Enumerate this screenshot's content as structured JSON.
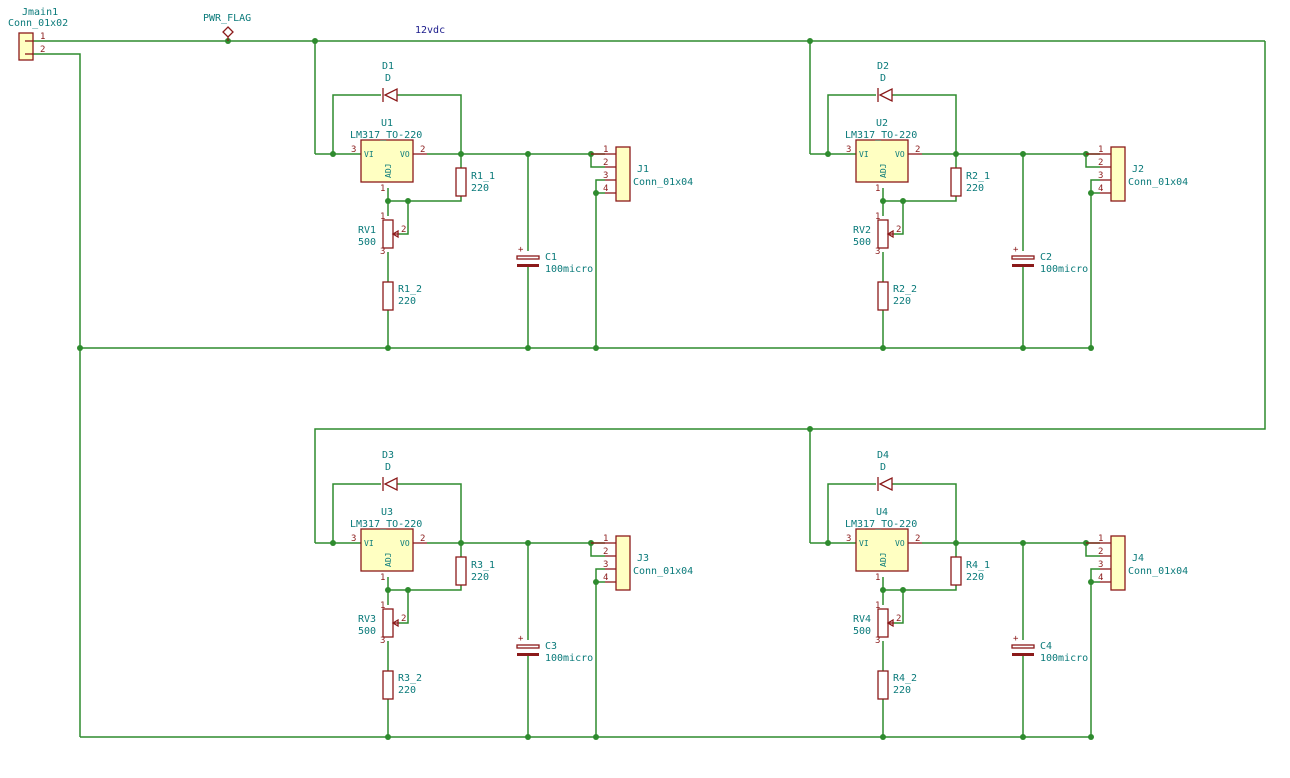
{
  "main_connector": {
    "ref": "Jmain1",
    "value": "Conn_01x02",
    "pins": [
      "1",
      "2"
    ]
  },
  "power_flag": {
    "value": "PWR_FLAG"
  },
  "net_label": "12vdc",
  "stages": [
    {
      "diode_ref": "D1",
      "diode_value": "D",
      "reg_ref": "U1",
      "reg_value": "LM317_TO-220",
      "ra_ref": "R1_1",
      "ra_value": "220",
      "pot_ref": "RV1",
      "pot_value": "500",
      "rb_ref": "R1_2",
      "rb_value": "220",
      "cap_ref": "C1",
      "cap_value": "100micro",
      "conn_ref": "J1",
      "conn_value": "Conn_01x04"
    },
    {
      "diode_ref": "D2",
      "diode_value": "D",
      "reg_ref": "U2",
      "reg_value": "LM317_TO-220",
      "ra_ref": "R2_1",
      "ra_value": "220",
      "pot_ref": "RV2",
      "pot_value": "500",
      "rb_ref": "R2_2",
      "rb_value": "220",
      "cap_ref": "C2",
      "cap_value": "100micro",
      "conn_ref": "J2",
      "conn_value": "Conn_01x04"
    },
    {
      "diode_ref": "D3",
      "diode_value": "D",
      "reg_ref": "U3",
      "reg_value": "LM317_TO-220",
      "ra_ref": "R3_1",
      "ra_value": "220",
      "pot_ref": "RV3",
      "pot_value": "500",
      "rb_ref": "R3_2",
      "rb_value": "220",
      "cap_ref": "C3",
      "cap_value": "100micro",
      "conn_ref": "J3",
      "conn_value": "Conn_01x04"
    },
    {
      "diode_ref": "D4",
      "diode_value": "D",
      "reg_ref": "U4",
      "reg_value": "LM317_TO-220",
      "ra_ref": "R4_1",
      "ra_value": "220",
      "pot_ref": "RV4",
      "pot_value": "500",
      "rb_ref": "R4_2",
      "rb_value": "220",
      "cap_ref": "C4",
      "cap_value": "100micro",
      "conn_ref": "J4",
      "conn_value": "Conn_01x04"
    }
  ],
  "reg_pins": {
    "vi": "VI",
    "vo": "VO",
    "adj": "ADJ",
    "pin_vi": "3",
    "pin_vo": "2",
    "pin_adj": "1"
  },
  "pot_pins": {
    "p1": "1",
    "p2": "2",
    "p3": "3"
  },
  "conn_pins": [
    "1",
    "2",
    "3",
    "4"
  ],
  "cap_polarity": "+"
}
